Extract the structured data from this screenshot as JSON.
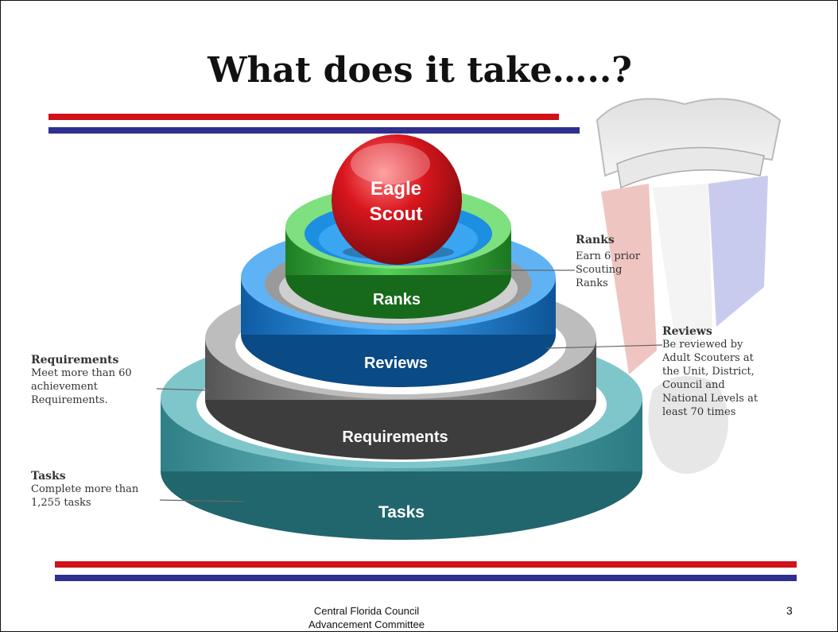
{
  "slide": {
    "title": "What does it take…..?",
    "page_number": "3",
    "footer_line1": "Central Florida Council",
    "footer_line2": "Advancement Committee"
  },
  "diagram": {
    "top_label": {
      "line1": "Eagle",
      "line2": "Scout"
    },
    "rings": [
      {
        "label": "Ranks",
        "color": "#2aa52f"
      },
      {
        "label": "Reviews",
        "color": "#1d7fd3"
      },
      {
        "label": "Requirements",
        "color": "#7f7f7f"
      },
      {
        "label": "Tasks",
        "color": "#3d9ca3"
      }
    ],
    "sphere_color": "#d8161d"
  },
  "callouts": {
    "ranks": {
      "heading": "Ranks",
      "lines": [
        "Earn 6 prior",
        "Scouting",
        "Ranks"
      ]
    },
    "reviews": {
      "heading": "Reviews",
      "lines": [
        "Be reviewed by",
        "Adult Scouters at",
        "the Unit, District,",
        "Council and",
        "National Levels at",
        "least 70 times"
      ]
    },
    "requirements": {
      "heading": "Requirements",
      "lines": [
        "Meet more than 60",
        "achievement",
        "Requirements."
      ]
    },
    "tasks": {
      "heading": "Tasks",
      "lines": [
        "Complete more than",
        "1,255 tasks"
      ]
    }
  },
  "colors": {
    "red_bar": "#d0121b",
    "blue_bar": "#2e2f8e"
  }
}
